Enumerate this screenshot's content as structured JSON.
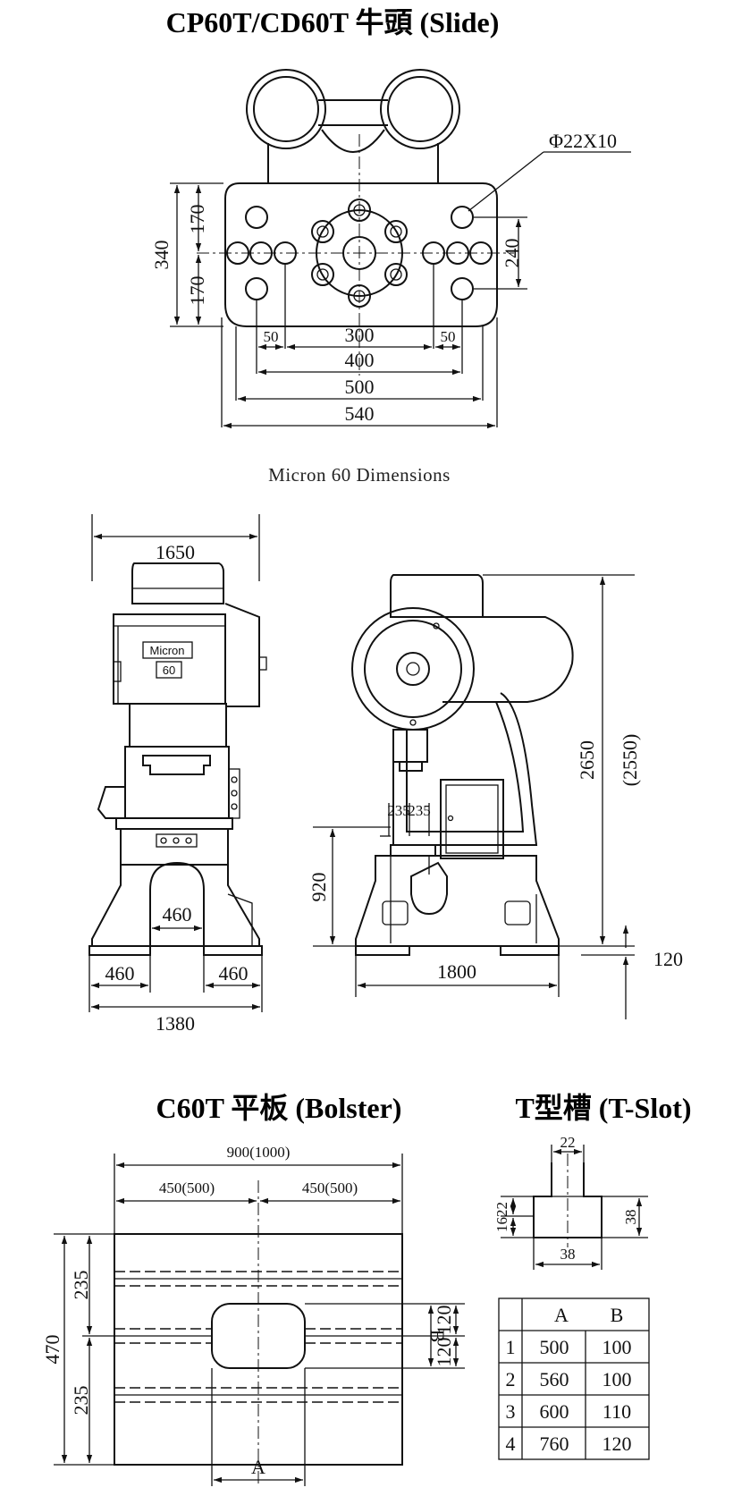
{
  "titles": {
    "slide": "CP60T/CD60T 牛頭 (Slide)",
    "bolster": "C60T 平板 (Bolster)",
    "tslot": "T型槽 (T-Slot)"
  },
  "caption": "Micron 60 Dimensions",
  "slide_dims": {
    "hole_callout": "Φ22X10",
    "h340": "340",
    "h170a": "170",
    "h170b": "170",
    "h240": "240",
    "w50a": "50",
    "w300": "300",
    "w50b": "50",
    "w400": "400",
    "w500": "500",
    "w540": "540"
  },
  "front_view": {
    "nameplate_top": "Micron",
    "nameplate_bottom": "60",
    "w1650": "1650",
    "w460c": "460",
    "w460l": "460",
    "w460r": "460",
    "w1380": "1380"
  },
  "side_view": {
    "h2650": "2650",
    "h2550": "(2550)",
    "h920": "920",
    "d235a": "235",
    "d235b": "235",
    "h120": "120",
    "w1800": "1800"
  },
  "bolster": {
    "w900": "900(1000)",
    "w450l": "450(500)",
    "w450r": "450(500)",
    "h470": "470",
    "h235a": "235",
    "h235b": "235",
    "h120a": "120",
    "h120b": "120",
    "label_b": "B",
    "label_a": "A"
  },
  "tslot": {
    "w22": "22",
    "h1622": "1622",
    "h38": "38",
    "w38": "38"
  },
  "table": {
    "header": [
      "",
      "A",
      "B"
    ],
    "rows": [
      [
        "1",
        "500",
        "100"
      ],
      [
        "2",
        "560",
        "100"
      ],
      [
        "3",
        "600",
        "110"
      ],
      [
        "4",
        "760",
        "120"
      ]
    ]
  }
}
